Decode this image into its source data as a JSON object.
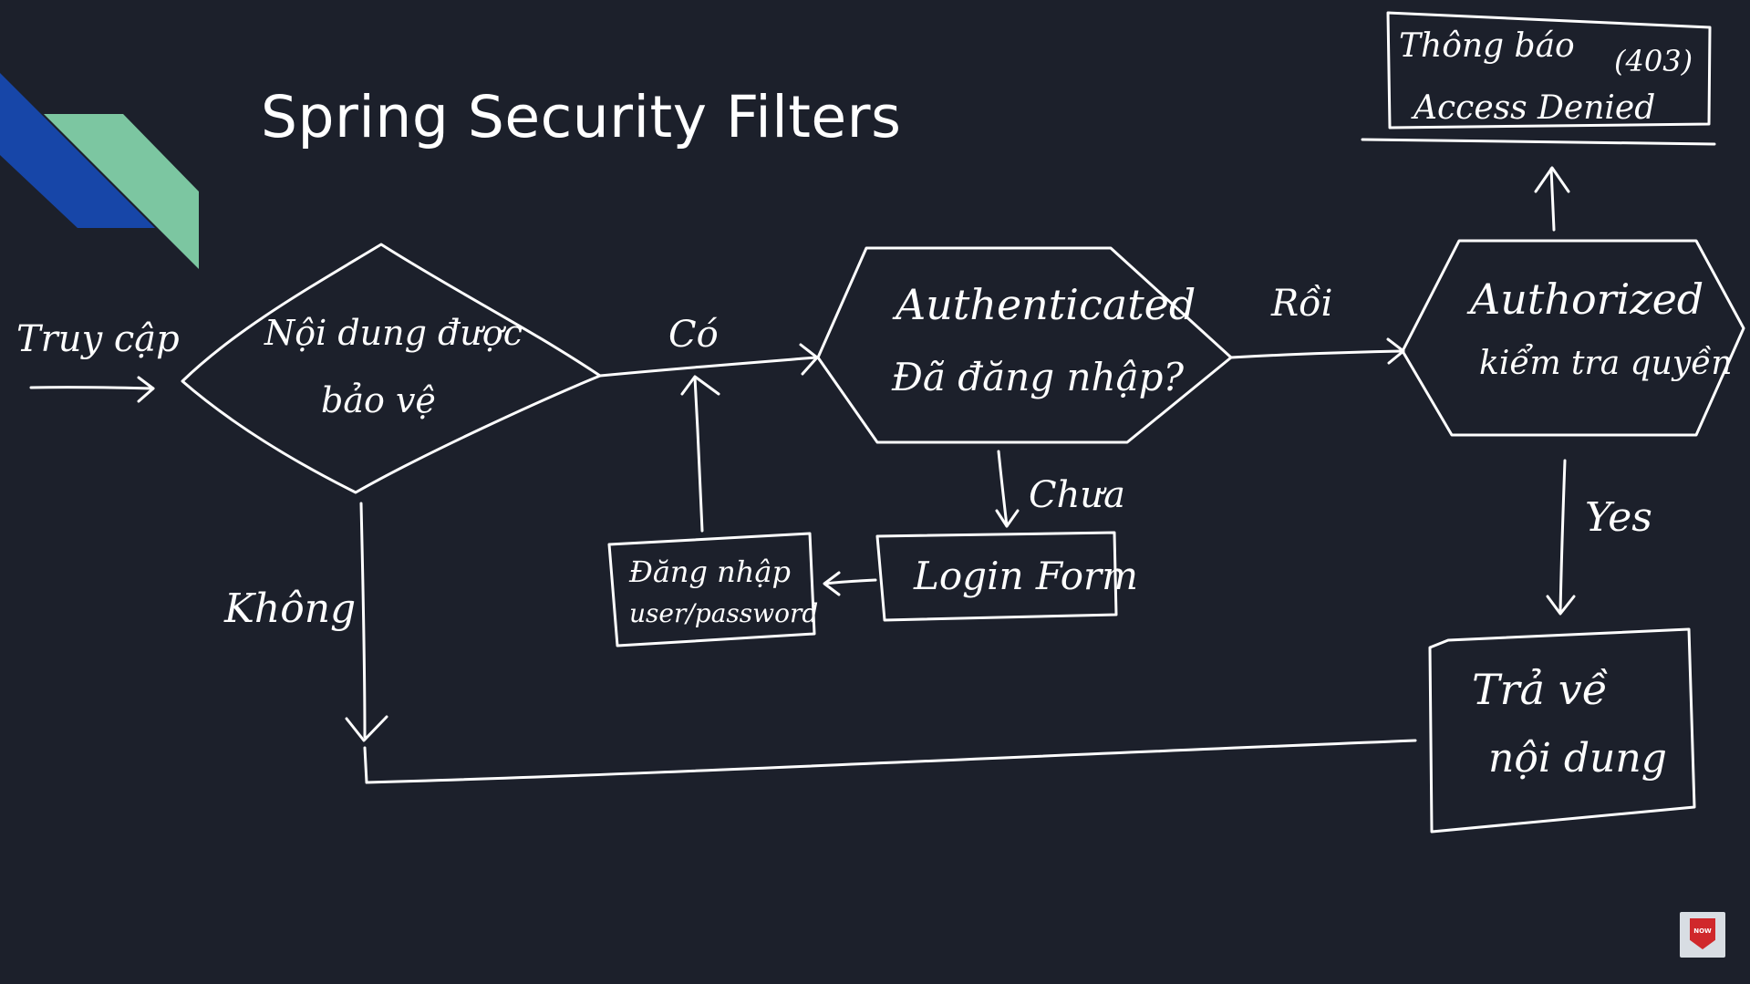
{
  "slide": {
    "title": "Spring Security Filters"
  },
  "diagram": {
    "entry_label": "Truy cập",
    "decision_protected": {
      "line1": "Nội dung được",
      "line2": "bảo vệ"
    },
    "edge_yes_label": "Có",
    "edge_no_label": "Không",
    "authenticated": {
      "line1": "Authenticated",
      "line2": "Đã đăng nhập?"
    },
    "edge_done_label": "Rồi",
    "edge_not_yet_label": "Chưa",
    "authorized": {
      "line1": "Authorized",
      "line2": "kiểm tra quyền"
    },
    "access_denied": {
      "line1": "Thông báo",
      "code": "(403)",
      "line2": "Access Denied"
    },
    "edge_authorized_yes_label": "Yes",
    "login_form": "Login Form",
    "login_action": {
      "line1": "Đăng nhập",
      "line2": "user/password"
    },
    "return_content": {
      "line1": "Trả về",
      "line2": "nội dung"
    }
  },
  "logo": {
    "text": "NOW"
  },
  "colors": {
    "background": "#1c202b",
    "ink": "#ffffff",
    "accent_blue": "#1746a8",
    "accent_green": "#7cc6a1",
    "badge_red": "#d0282b"
  }
}
